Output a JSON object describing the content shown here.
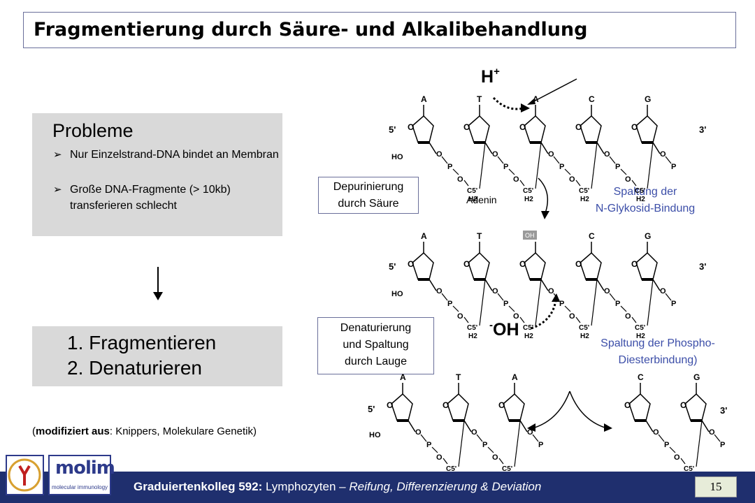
{
  "title": "Fragmentierung durch Säure- und Alkalibehandlung",
  "problems": {
    "heading": "Probleme",
    "items": [
      "Nur Einzelstrand-DNA bindet an Membran",
      "Große DNA-Fragmente (> 10kb) transferieren schlecht"
    ]
  },
  "steps": [
    "1. Fragmentieren",
    "2. Denaturieren"
  ],
  "source": {
    "prefix": "(",
    "bold": "modifiziert aus",
    "rest": ": Knippers, Molekulare Genetik)"
  },
  "diagram": {
    "h_plus": "H",
    "h_plus_sup": "+",
    "oh_minus_sup": "-",
    "oh_minus": "OH",
    "adenin": "Adenin",
    "oh_small": "OH",
    "depurination_lines": [
      "Depurinierung",
      "durch Säure"
    ],
    "cleavage1_lines": [
      "Spaltung der",
      "N-Glykosid-Bindung"
    ],
    "denaturation_lines": [
      "Denaturierung",
      "und Spaltung",
      "durch Lauge"
    ],
    "cleavage2_lines": [
      "Spaltung der Phospho-",
      "Diesterbindung)"
    ],
    "strand1_bases": [
      "A",
      "T",
      "A",
      "C",
      "G"
    ],
    "strand2_bases": [
      "A",
      "T",
      "C",
      "G"
    ],
    "strand3_bases_left": [
      "A",
      "T",
      "A"
    ],
    "strand3_bases_right": [
      "C",
      "G"
    ],
    "five_prime": "5'",
    "three_prime": "3'",
    "ho_label": "HO",
    "c5_label": "C5'",
    "h2_label": "H2",
    "o_label": "O",
    "p_label": "P"
  },
  "footer": {
    "bold": "Graduiertenkolleg 592:",
    "normal": " Lymphozyten – ",
    "italic": "Reifung, Differenzierung & Deviation"
  },
  "page_number": "15",
  "logo": {
    "mol_text": "molim",
    "sub_text": "molecular immunology"
  },
  "colors": {
    "footer_bg": "#1f2f6e",
    "accent_blue": "#3c4ea8",
    "box_grey": "#d9d9d9"
  }
}
